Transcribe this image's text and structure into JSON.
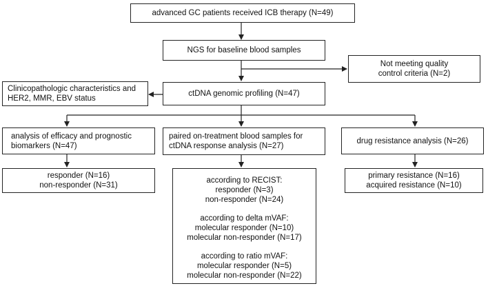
{
  "start": {
    "text": "advanced GC patients received ICB therapy (N=49)"
  },
  "ngs": {
    "text": "NGS for baseline blood samples"
  },
  "excluded": {
    "line1": "Not meeting quality",
    "line2": "control criteria (N=2)"
  },
  "clinical": {
    "line1": "Clinicopathologic characteristics and",
    "line2": "HER2, MMR, EBV status"
  },
  "profiling": {
    "text": "ctDNA genomic profiling (N=47)"
  },
  "branch_left": {
    "title1": "analysis of efficacy and prognostic",
    "title2": "biomarkers (N=47)",
    "result1": "responder (N=16)",
    "result2": "non-responder (N=31)"
  },
  "branch_mid": {
    "title1": "paired on-treatment blood samples for",
    "title2": "ctDNA response analysis  (N=27)",
    "recist": {
      "heading": "according to RECIST:",
      "a": "responder (N=3)",
      "b": "non-responder (N=24)"
    },
    "delta": {
      "heading": "according to delta mVAF:",
      "a": "molecular responder (N=10)",
      "b": "molecular non-responder (N=17)"
    },
    "ratio": {
      "heading": "according to ratio mVAF:",
      "a": "molecular responder (N=5)",
      "b": "molecular non-responder (N=22)"
    }
  },
  "branch_right": {
    "title": "drug resistance analysis  (N=26)",
    "result1": "primary resistance (N=16)",
    "result2": "acquired resistance (N=10)"
  }
}
